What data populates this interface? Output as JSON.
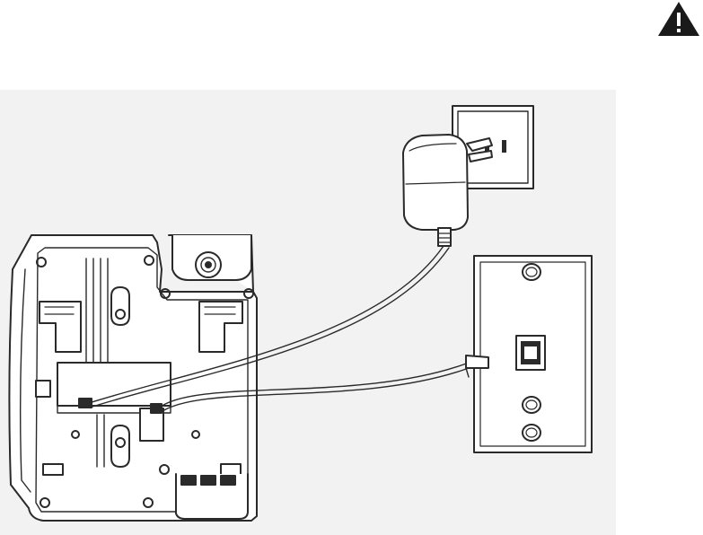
{
  "icons": {
    "warning": "warning-triangle-icon",
    "base": "phone-base-underside",
    "adapter": "power-adapter",
    "outlet": "wall-power-outlet",
    "jack": "wall-phone-jack-plate"
  },
  "colors": {
    "background": "#ffffff",
    "panel": "#f2f2f2",
    "stroke": "#2a2a2a",
    "warning": "#1a1a1a"
  }
}
